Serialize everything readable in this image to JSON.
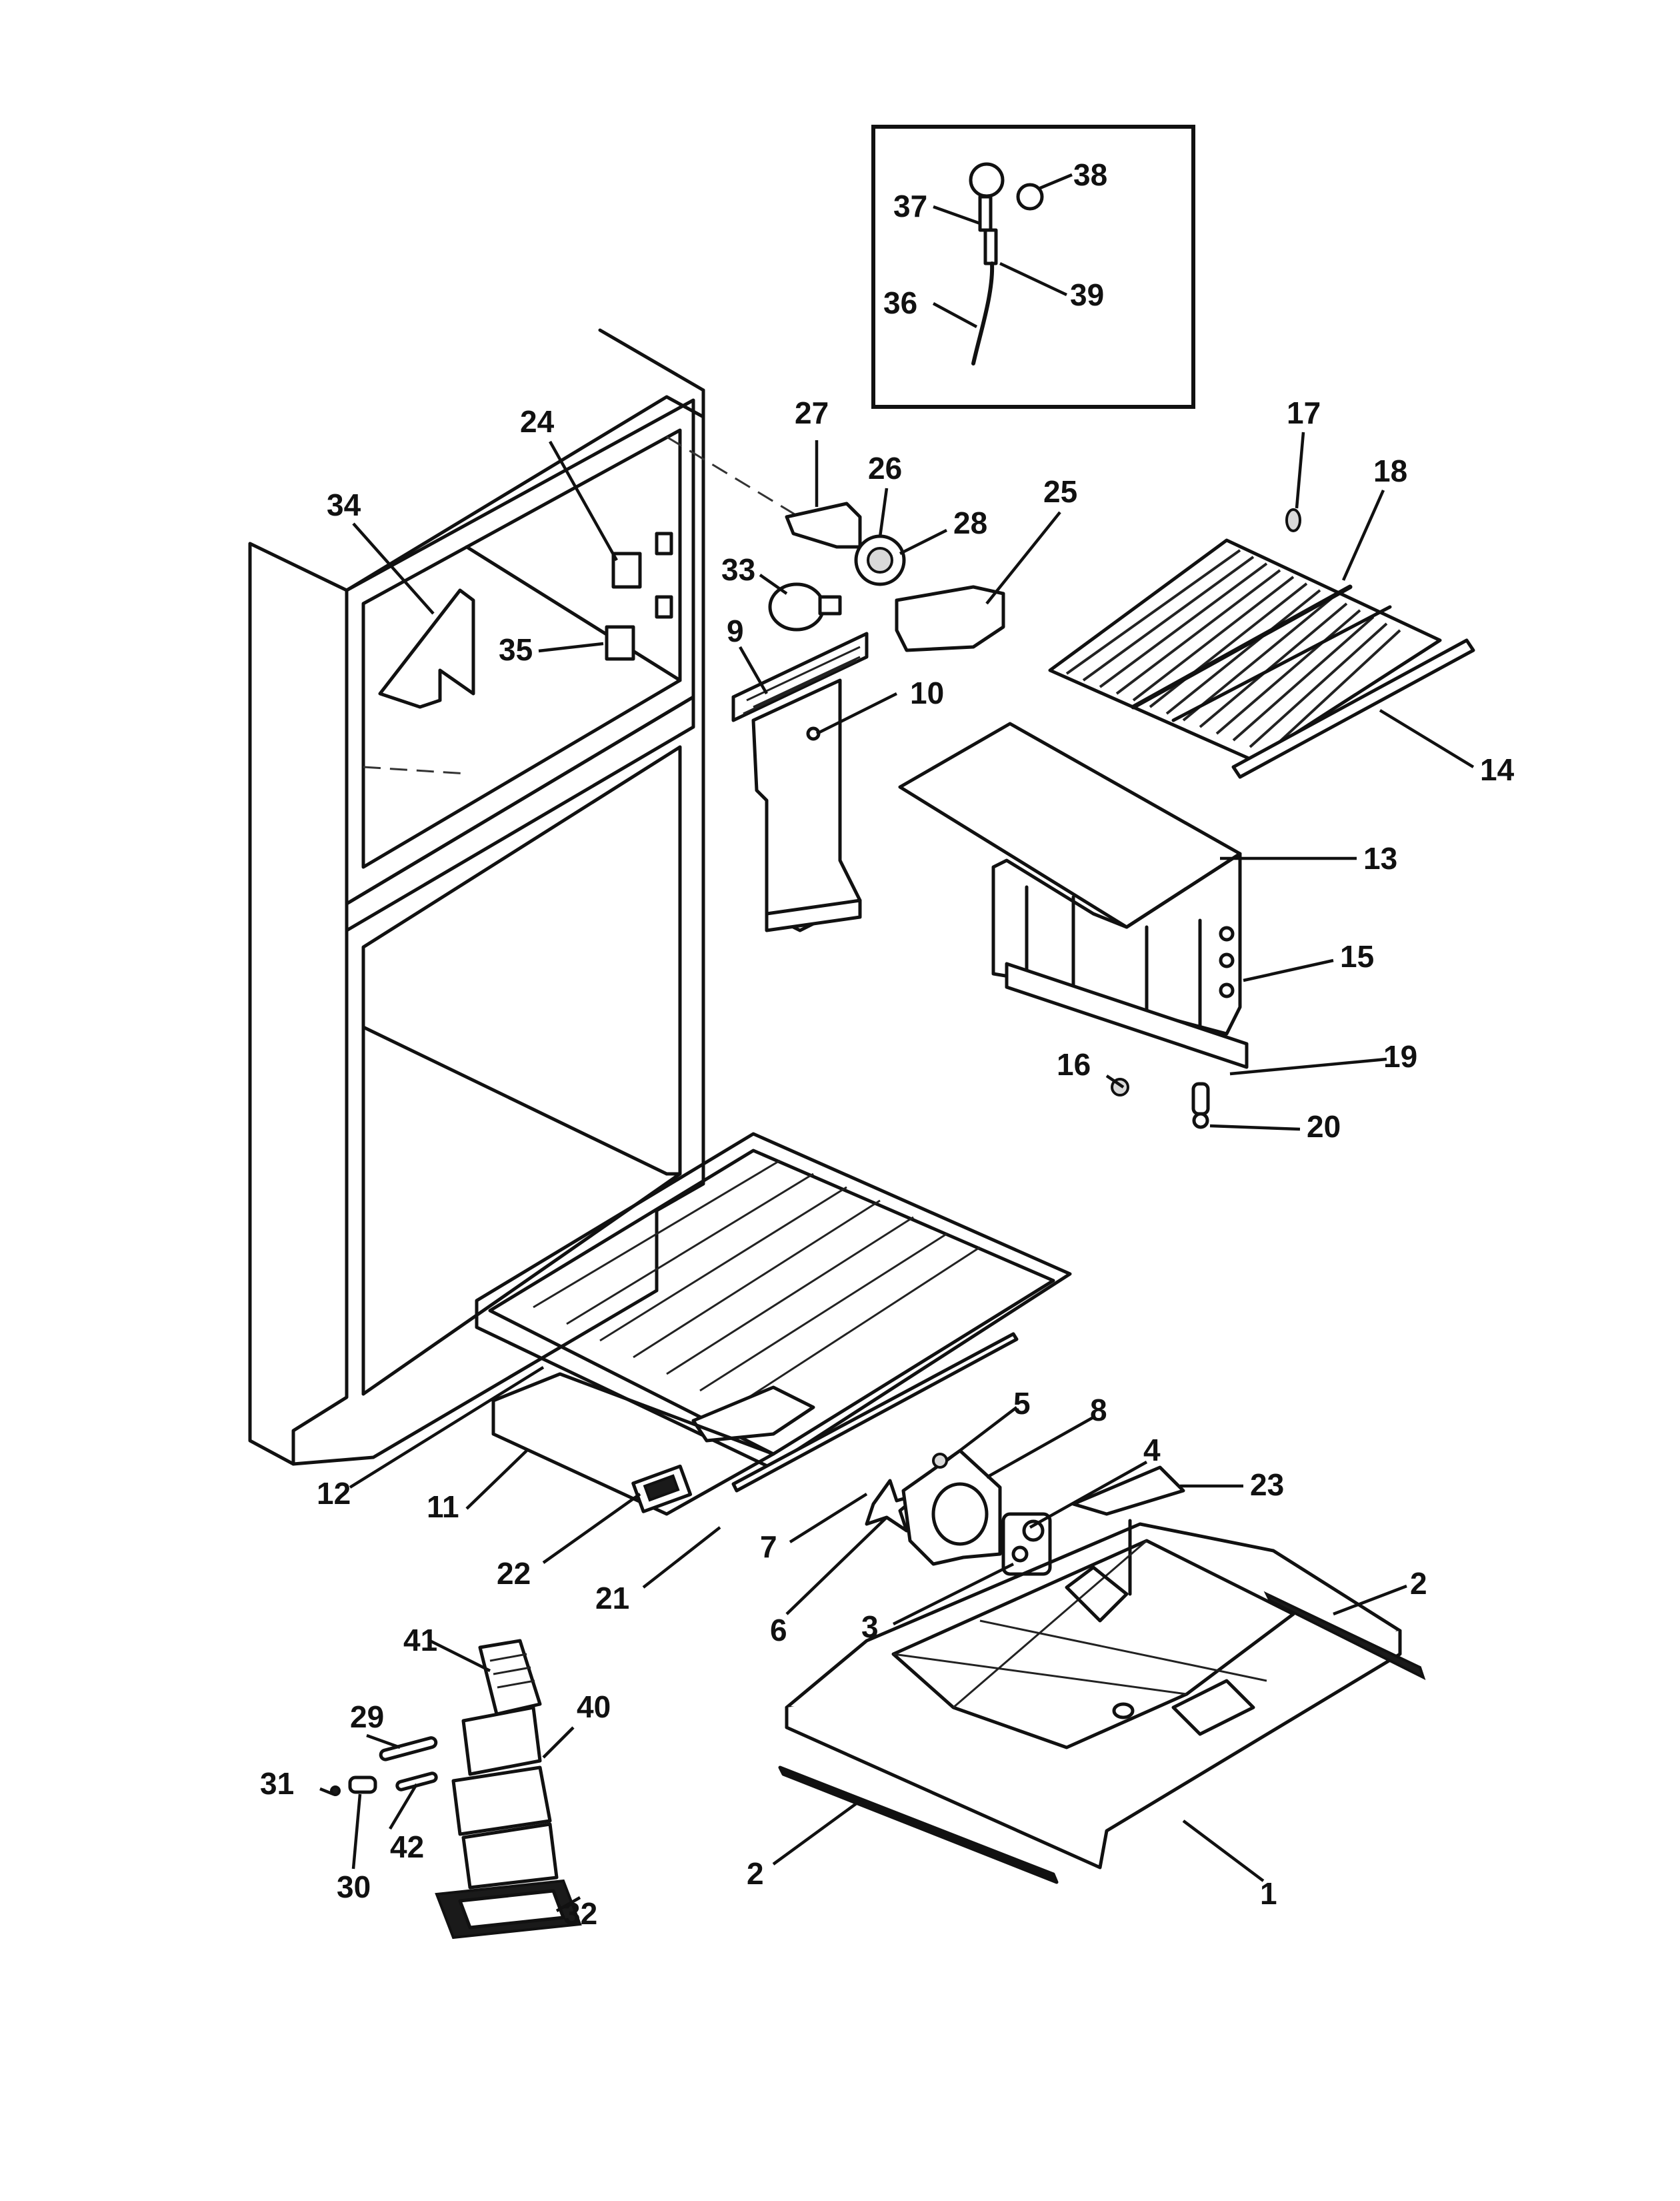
{
  "diagram": {
    "type": "exploded-parts-diagram",
    "callouts": [
      {
        "id": "c1",
        "label": "1"
      },
      {
        "id": "c2a",
        "label": "2"
      },
      {
        "id": "c2b",
        "label": "2"
      },
      {
        "id": "c3",
        "label": "3"
      },
      {
        "id": "c4",
        "label": "4"
      },
      {
        "id": "c5",
        "label": "5"
      },
      {
        "id": "c6",
        "label": "6"
      },
      {
        "id": "c7",
        "label": "7"
      },
      {
        "id": "c8",
        "label": "8"
      },
      {
        "id": "c9",
        "label": "9"
      },
      {
        "id": "c10",
        "label": "10"
      },
      {
        "id": "c11",
        "label": "11"
      },
      {
        "id": "c12",
        "label": "12"
      },
      {
        "id": "c13",
        "label": "13"
      },
      {
        "id": "c14",
        "label": "14"
      },
      {
        "id": "c15",
        "label": "15"
      },
      {
        "id": "c16",
        "label": "16"
      },
      {
        "id": "c17",
        "label": "17"
      },
      {
        "id": "c18",
        "label": "18"
      },
      {
        "id": "c19",
        "label": "19"
      },
      {
        "id": "c20",
        "label": "20"
      },
      {
        "id": "c21",
        "label": "21"
      },
      {
        "id": "c22",
        "label": "22"
      },
      {
        "id": "c23",
        "label": "23"
      },
      {
        "id": "c24",
        "label": "24"
      },
      {
        "id": "c25",
        "label": "25"
      },
      {
        "id": "c26",
        "label": "26"
      },
      {
        "id": "c27",
        "label": "27"
      },
      {
        "id": "c28",
        "label": "28"
      },
      {
        "id": "c29",
        "label": "29"
      },
      {
        "id": "c30",
        "label": "30"
      },
      {
        "id": "c31",
        "label": "31"
      },
      {
        "id": "c32",
        "label": "32"
      },
      {
        "id": "c33",
        "label": "33"
      },
      {
        "id": "c34",
        "label": "34"
      },
      {
        "id": "c35",
        "label": "35"
      },
      {
        "id": "c36",
        "label": "36"
      },
      {
        "id": "c37",
        "label": "37"
      },
      {
        "id": "c38",
        "label": "38"
      },
      {
        "id": "c39",
        "label": "39"
      },
      {
        "id": "c40",
        "label": "40"
      },
      {
        "id": "c41",
        "label": "41"
      },
      {
        "id": "c42",
        "label": "42"
      }
    ]
  }
}
